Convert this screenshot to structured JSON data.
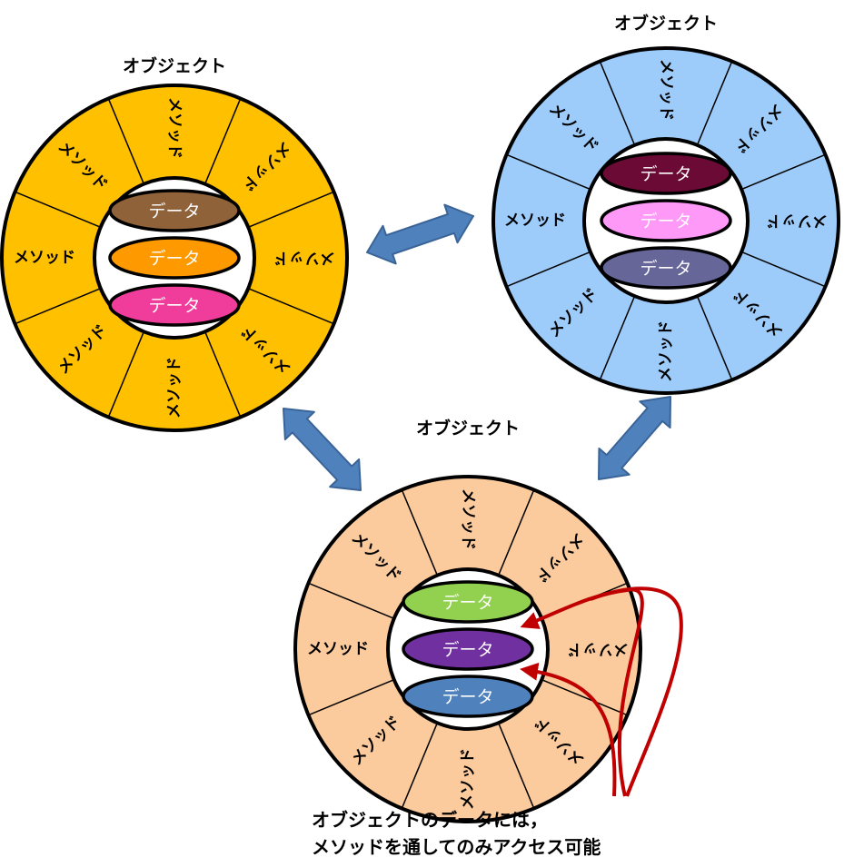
{
  "objects": [
    {
      "id": "object-left",
      "title": "オブジェクト",
      "ring_color": "#FFC000",
      "methods": [
        "メソッド",
        "メソッド",
        "メソッド",
        "メソッド",
        "メソッド",
        "メソッド",
        "メソッド",
        "メソッド"
      ],
      "data": [
        {
          "label": "データ",
          "color": "#8F6239"
        },
        {
          "label": "データ",
          "color": "#FF9900"
        },
        {
          "label": "データ",
          "color": "#F03C9A"
        }
      ]
    },
    {
      "id": "object-right",
      "title": "オブジェクト",
      "ring_color": "#9DCBFA",
      "methods": [
        "メソッド",
        "メソッド",
        "メソッド",
        "メソッド",
        "メソッド",
        "メソッド",
        "メソッド",
        "メソッド"
      ],
      "data": [
        {
          "label": "データ",
          "color": "#6B0A34"
        },
        {
          "label": "データ",
          "color": "#FF99F7"
        },
        {
          "label": "データ",
          "color": "#666699"
        }
      ]
    },
    {
      "id": "object-bottom",
      "title": "オブジェクト",
      "ring_color": "#FCCB9D",
      "methods": [
        "メソッド",
        "メソッド",
        "メソッド",
        "メソッド",
        "メソッド",
        "メソッド",
        "メソッド",
        "メソッド"
      ],
      "data": [
        {
          "label": "データ",
          "color": "#92D050"
        },
        {
          "label": "データ",
          "color": "#7030A0"
        },
        {
          "label": "データ",
          "color": "#4F81BD"
        }
      ]
    }
  ],
  "connectors": {
    "color": "#4F81BD",
    "border": "#3A6497",
    "pairs": [
      [
        "object-left",
        "object-right"
      ],
      [
        "object-left",
        "object-bottom"
      ],
      [
        "object-right",
        "object-bottom"
      ]
    ]
  },
  "access_arrows": {
    "color": "#C00000",
    "targets": [
      "object-bottom.data.1",
      "object-bottom.data.2"
    ]
  },
  "caption": {
    "line1": "オブジェクトのデータには，",
    "line2": "メソッドを通してのみアクセス可能"
  }
}
